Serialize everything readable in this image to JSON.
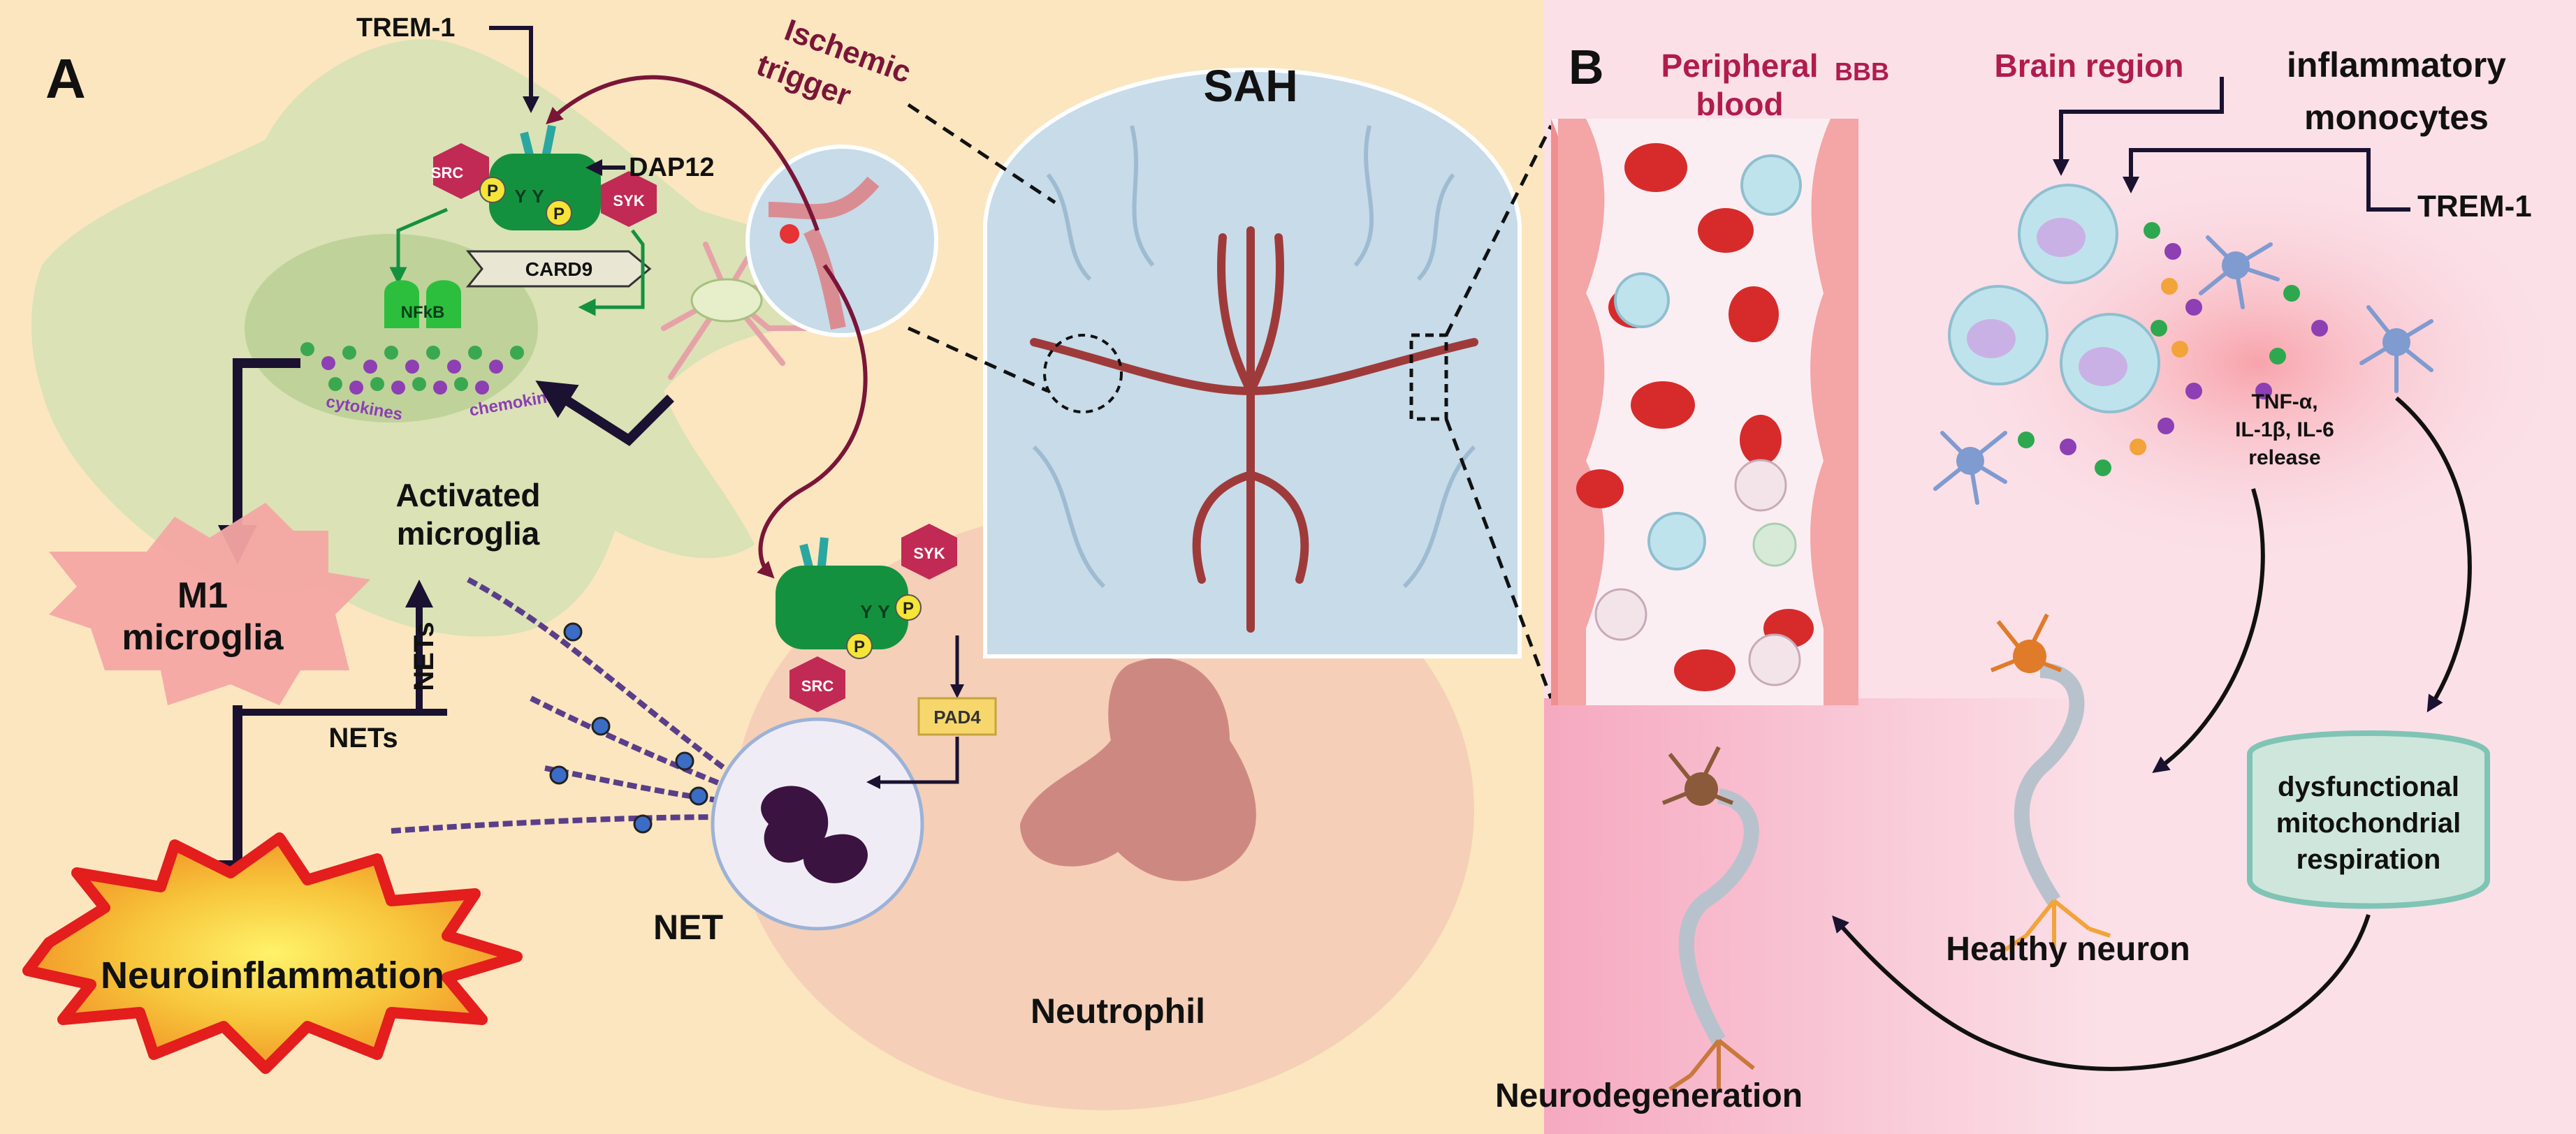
{
  "panel_a": {
    "letter": "A",
    "sah": "SAH",
    "ischemic_trigger": [
      "Ischemic",
      "trigger"
    ],
    "trem1": "TREM-1",
    "dap12": "DAP12",
    "src": "SRC",
    "syk": "SYK",
    "card9": "CARD9",
    "nfkb": "NFkB",
    "p": "P",
    "y": "Y",
    "cytokines": "cytokines",
    "chemokine": "chemokine",
    "activated_microglia": [
      "Activated",
      "microglia"
    ],
    "m1_microglia": [
      "M1",
      "microglia"
    ],
    "nets": "NETs",
    "pad4": "PAD4",
    "net": "NET",
    "neutrophil": "Neutrophil",
    "neuroinflammation": "Neuroinflammation"
  },
  "panel_b": {
    "letter": "B",
    "peripheral_blood": [
      "Peripheral",
      "blood"
    ],
    "bbb": "BBB",
    "brain_region": "Brain region",
    "inflammatory_monocytes": [
      "inflammatory",
      "monocytes"
    ],
    "trem1": "TREM-1",
    "release": [
      "TNF-α,",
      "IL-1β, IL-6",
      "release"
    ],
    "dysfunctional": [
      "dysfunctional",
      "mitochondrial",
      "respiration"
    ],
    "healthy_neuron": "Healthy neuron",
    "neurodegeneration": "Neurodegeneration"
  },
  "colors": {
    "panel_a_bg": "#fbe6bf",
    "panel_b_bg": "#fbe0e8",
    "title_red": "#b01c4e",
    "receptor_green": "#14913f",
    "kinase_red": "#c02a55",
    "arrow_dark": "#1a1230",
    "ischemic_arrow": "#7a1538"
  }
}
